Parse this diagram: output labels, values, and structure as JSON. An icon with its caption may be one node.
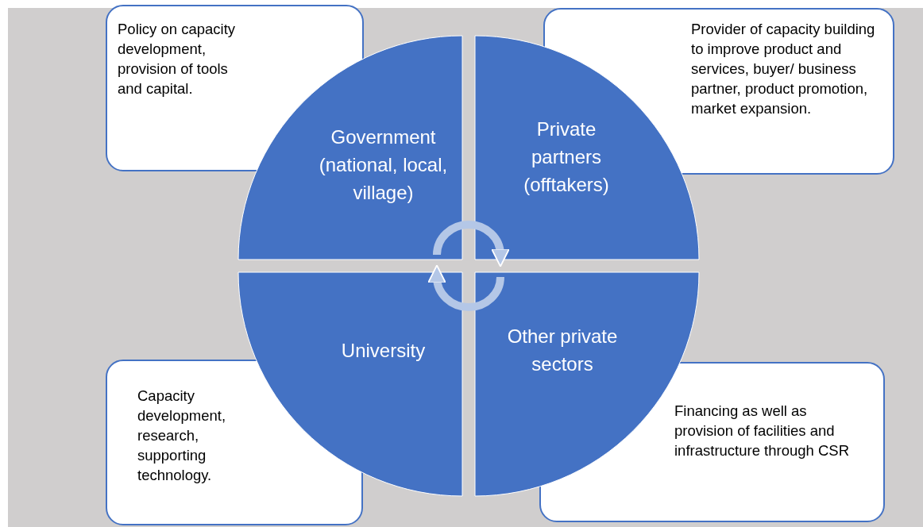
{
  "diagram": {
    "nodes": [
      {
        "text": [
          "Government (national, local, village)"
        ]
      },
      {
        "text": [
          "Private partners (offtakers)"
        ]
      },
      {
        "text": [
          "University"
        ]
      },
      {
        "text": [
          "Other private sectors"
        ]
      },
      {
        "text": [
          "Policy on capacity development, provision of tools and capital."
        ]
      },
      {
        "text": [
          "Provider of capacity building to improve product and services, buyer/ business partner, product promotion, market expansion."
        ]
      },
      {
        "text": [
          "Capacity development, research, supporting technology."
        ]
      },
      {
        "text": [
          "Financing as well as provision of facilities and infrastructure through CSR"
        ]
      }
    ],
    "edges": [
      {
        "from": 0,
        "to": 1,
        "arrow": "to"
      },
      {
        "from": 3,
        "to": 2,
        "arrow": "to"
      }
    ]
  }
}
